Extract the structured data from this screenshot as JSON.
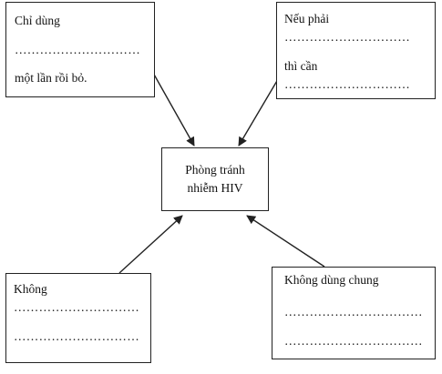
{
  "center": {
    "line1": "Phòng tránh",
    "line2": "nhiễm HIV"
  },
  "top_left": {
    "line1": "Chỉ dùng",
    "dots": "…………………………",
    "line3": "một lần rồi bỏ."
  },
  "top_right": {
    "line1": "Nếu phải",
    "dots1": "…………………………",
    "line3": "thì cần",
    "dots2": "…………………………"
  },
  "bottom_left": {
    "line1": "Không",
    "dots1": "…………………………",
    "dots2": "…………………………"
  },
  "bottom_right": {
    "line1": "Không dùng chung",
    "dots1": "……………………………",
    "dots2": "……………………………"
  }
}
